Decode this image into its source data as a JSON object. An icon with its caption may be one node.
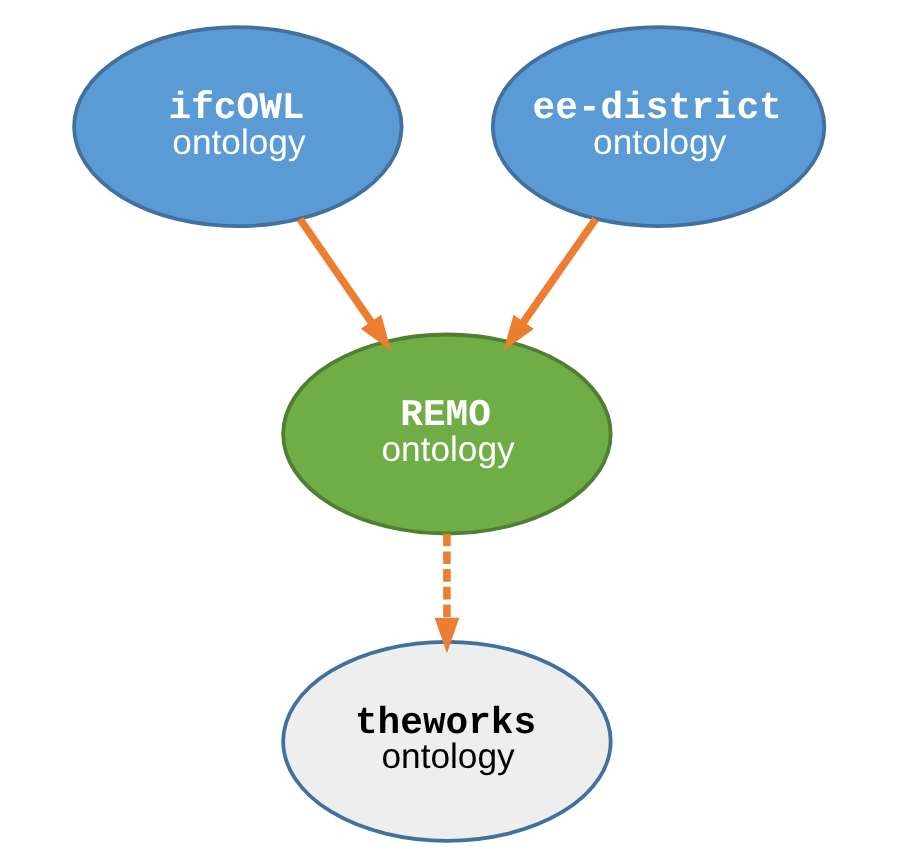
{
  "diagram": {
    "nodes": [
      {
        "text": [
          "ifcOWL",
          "ontology"
        ]
      },
      {
        "text": [
          "ee-district",
          "ontology"
        ]
      },
      {
        "text": [
          "REMO",
          "ontology"
        ]
      },
      {
        "text": [
          "theworks",
          "ontology"
        ]
      }
    ],
    "edges": [
      {
        "from": 0,
        "to": 2,
        "arrow": "to"
      },
      {
        "from": 1,
        "to": 2,
        "arrow": "to"
      },
      {
        "from": 2,
        "to": 3,
        "arrow": "to",
        "style": "dashed"
      }
    ]
  }
}
